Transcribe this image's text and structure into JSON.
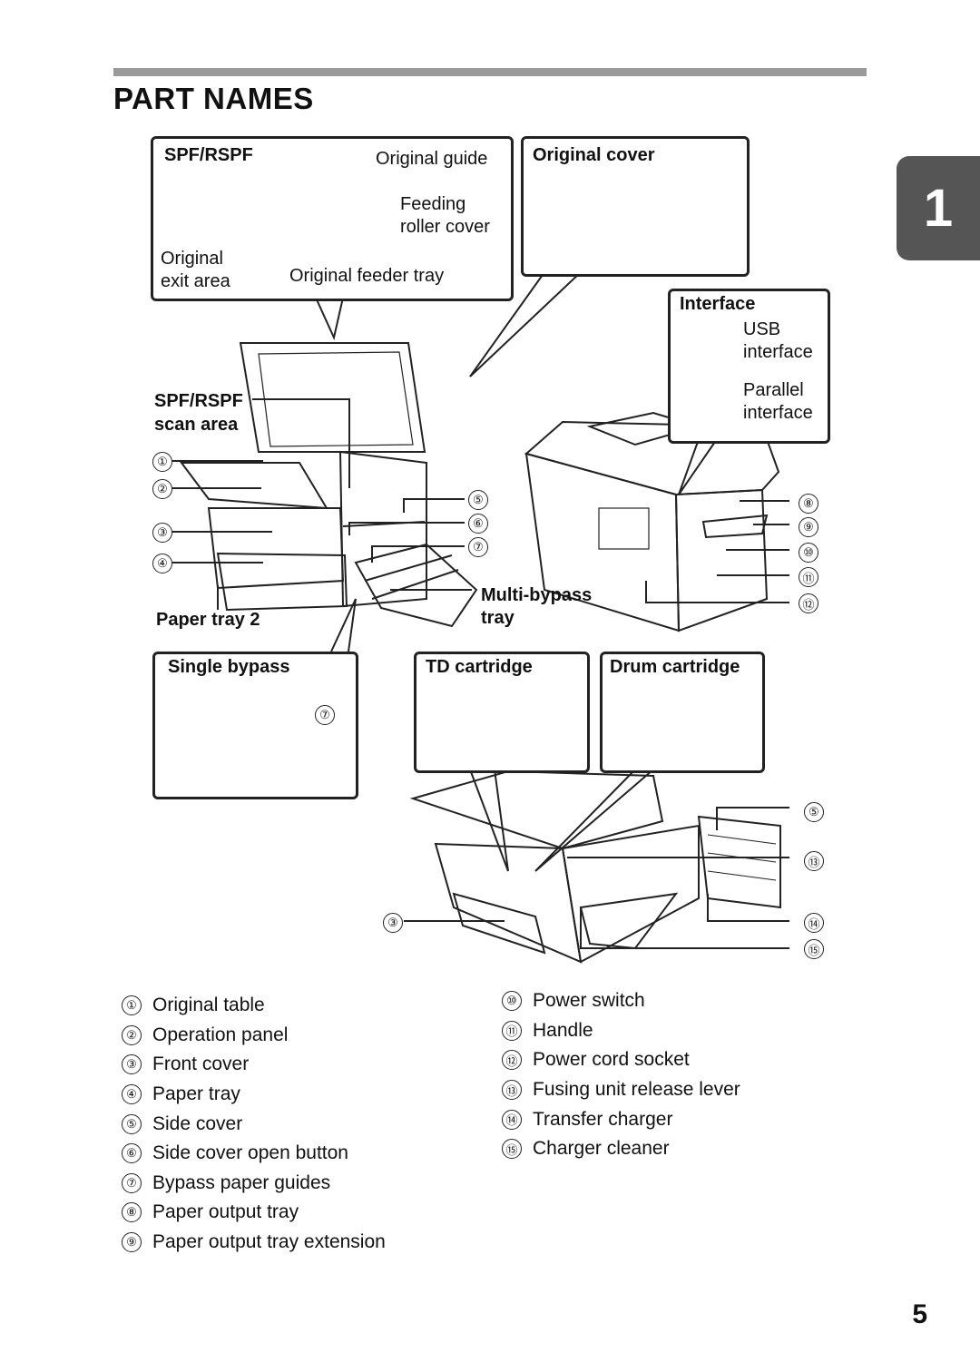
{
  "page": {
    "title": "PART NAMES",
    "chapter_number": "1",
    "page_number": "5"
  },
  "callouts": {
    "spf_box": {
      "heading": "SPF/RSPF",
      "original_guide": "Original guide",
      "feeding_roller_cover_1": "Feeding",
      "feeding_roller_cover_2": "roller cover",
      "original_exit_area_1": "Original",
      "original_exit_area_2": "exit area",
      "original_feeder_tray": "Original feeder tray"
    },
    "original_cover": {
      "heading": "Original cover"
    },
    "interface": {
      "heading": "Interface",
      "usb_1": "USB",
      "usb_2": "interface",
      "parallel_1": "Parallel",
      "parallel_2": "interface"
    },
    "scan_area": {
      "line1": "SPF/RSPF",
      "line2": "scan area"
    },
    "paper_tray_2": "Paper tray 2",
    "multi_bypass_1": "Multi-bypass",
    "multi_bypass_2": "tray",
    "single_bypass": {
      "heading": "Single bypass"
    },
    "td_cartridge": {
      "heading": "TD cartridge"
    },
    "drum_cartridge": {
      "heading": "Drum cartridge"
    }
  },
  "markers": {
    "m1": "①",
    "m2": "②",
    "m3": "③",
    "m4": "④",
    "m5": "⑤",
    "m6": "⑥",
    "m7": "⑦",
    "m8": "⑧",
    "m9": "⑨",
    "m10": "⑩",
    "m11": "⑪",
    "m12": "⑫",
    "m13": "⑬",
    "m14": "⑭",
    "m15": "⑮"
  },
  "legend_left": [
    {
      "num": "①",
      "label": "Original table"
    },
    {
      "num": "②",
      "label": "Operation panel"
    },
    {
      "num": "③",
      "label": "Front cover"
    },
    {
      "num": "④",
      "label": "Paper tray"
    },
    {
      "num": "⑤",
      "label": "Side cover"
    },
    {
      "num": "⑥",
      "label": "Side cover open button"
    },
    {
      "num": "⑦",
      "label": "Bypass paper guides"
    },
    {
      "num": "⑧",
      "label": "Paper output tray"
    },
    {
      "num": "⑨",
      "label": "Paper output tray extension"
    }
  ],
  "legend_right": [
    {
      "num": "⑩",
      "label": "Power switch"
    },
    {
      "num": "⑪",
      "label": "Handle"
    },
    {
      "num": "⑫",
      "label": "Power cord socket"
    },
    {
      "num": "⑬",
      "label": "Fusing unit release lever"
    },
    {
      "num": "⑭",
      "label": "Transfer charger"
    },
    {
      "num": "⑮",
      "label": "Charger cleaner"
    }
  ]
}
